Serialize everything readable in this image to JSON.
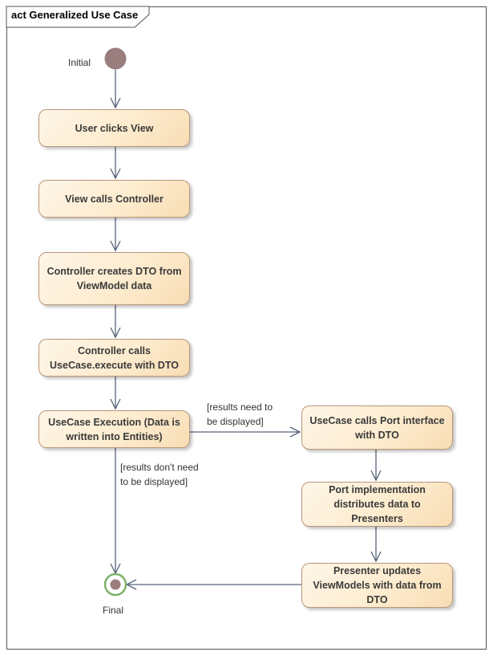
{
  "frame": {
    "title": "act Generalized Use Case"
  },
  "initial": {
    "label": "Initial"
  },
  "final": {
    "label": "Final"
  },
  "nodes": [
    {
      "id": "n1",
      "text": "User clicks View"
    },
    {
      "id": "n2",
      "text": "View calls Controller"
    },
    {
      "id": "n3",
      "text": "Controller creates DTO from\nViewModel data"
    },
    {
      "id": "n4",
      "text": "Controller calls\nUseCase.execute with DTO"
    },
    {
      "id": "n5",
      "text": "UseCase Execution (Data is\nwritten into Entities)"
    },
    {
      "id": "n6",
      "text": "UseCase calls Port interface\nwith DTO"
    },
    {
      "id": "n7",
      "text": "Port implementation\ndistributes data to\nPresenters"
    },
    {
      "id": "n8",
      "text": "Presenter updates\nViewModels with data from\nDTO"
    }
  ],
  "guards": {
    "displayed": "[results need to\nbe displayed]",
    "not_displayed": "[results don't need\nto be displayed]"
  },
  "colors": {
    "node_border": "#b8967a",
    "node_fill": "#fdeccf",
    "edge": "#56637a",
    "initial": "#9a7d7d",
    "final_ring": "#7fb26a",
    "final_core": "#9a7d7d"
  }
}
